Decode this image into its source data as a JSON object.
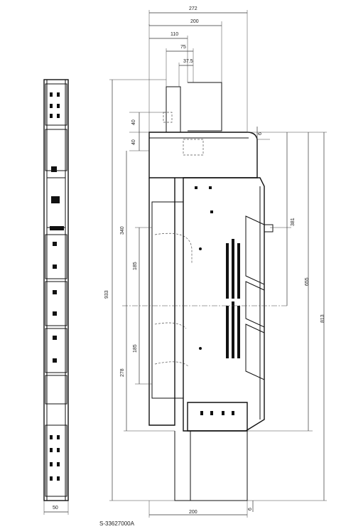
{
  "dimensions": {
    "top_272": "272",
    "top_200": "200",
    "top_110": "110",
    "top_75": "75",
    "top_37_5": "37.5",
    "right_6_top": "6",
    "right_381": "381",
    "right_655": "655",
    "right_813": "813",
    "left_933": "933",
    "left_40a": "40",
    "left_40b": "40",
    "left_340": "340",
    "left_185a": "185",
    "left_185b": "185",
    "left_278": "278",
    "bottom_200": "200",
    "bottom_6": "6",
    "side_50": "50"
  },
  "caption": "S-33627000A"
}
